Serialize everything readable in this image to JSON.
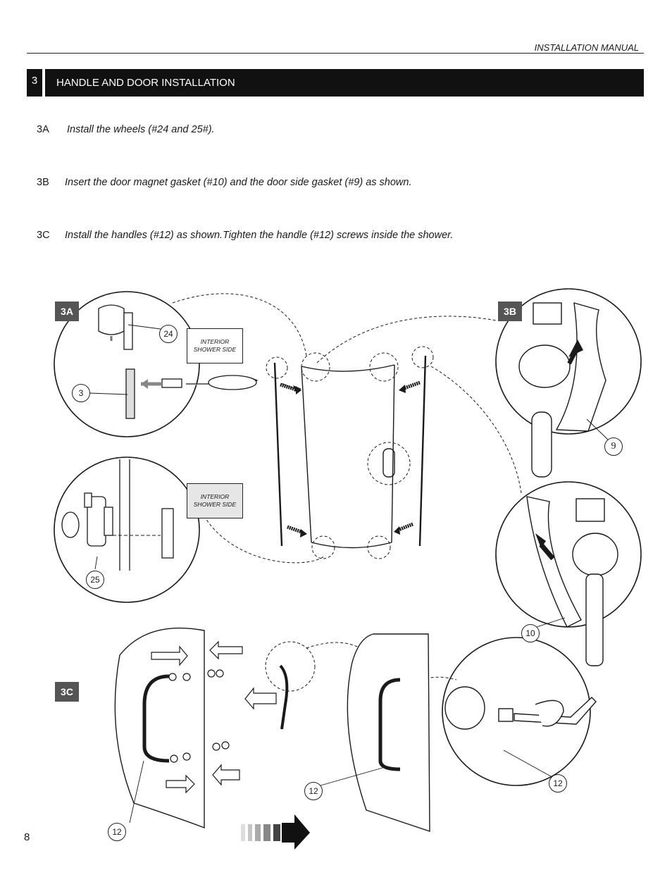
{
  "header": {
    "manual_label": "INSTALLATION MANUAL"
  },
  "section": {
    "number": "3",
    "title": "HANDLE AND DOOR INSTALLATION"
  },
  "steps": [
    {
      "code": "3A",
      "text": "Install the wheels (#24 and 25#)."
    },
    {
      "code": "3B",
      "text": "Insert the door magnet gasket (#10) and the door side gasket (#9) as shown."
    },
    {
      "code": "3C",
      "text": "Install the handles (#12) as shown.Tighten the handle (#12) screws inside the shower."
    }
  ],
  "figure": {
    "badges": {
      "a": "3A",
      "b": "3B",
      "c": "3C"
    },
    "interior_label": "INTERIOR SHOWER SIDE",
    "callouts": {
      "c24": "24",
      "c3": "3",
      "c25": "25",
      "c9": "9",
      "c10": "10",
      "c12_left": "12",
      "c12_mid": "12",
      "c12_right": "12"
    }
  },
  "footer": {
    "page_number": "8"
  },
  "colors": {
    "bar": "#111111",
    "badge": "#555555"
  }
}
